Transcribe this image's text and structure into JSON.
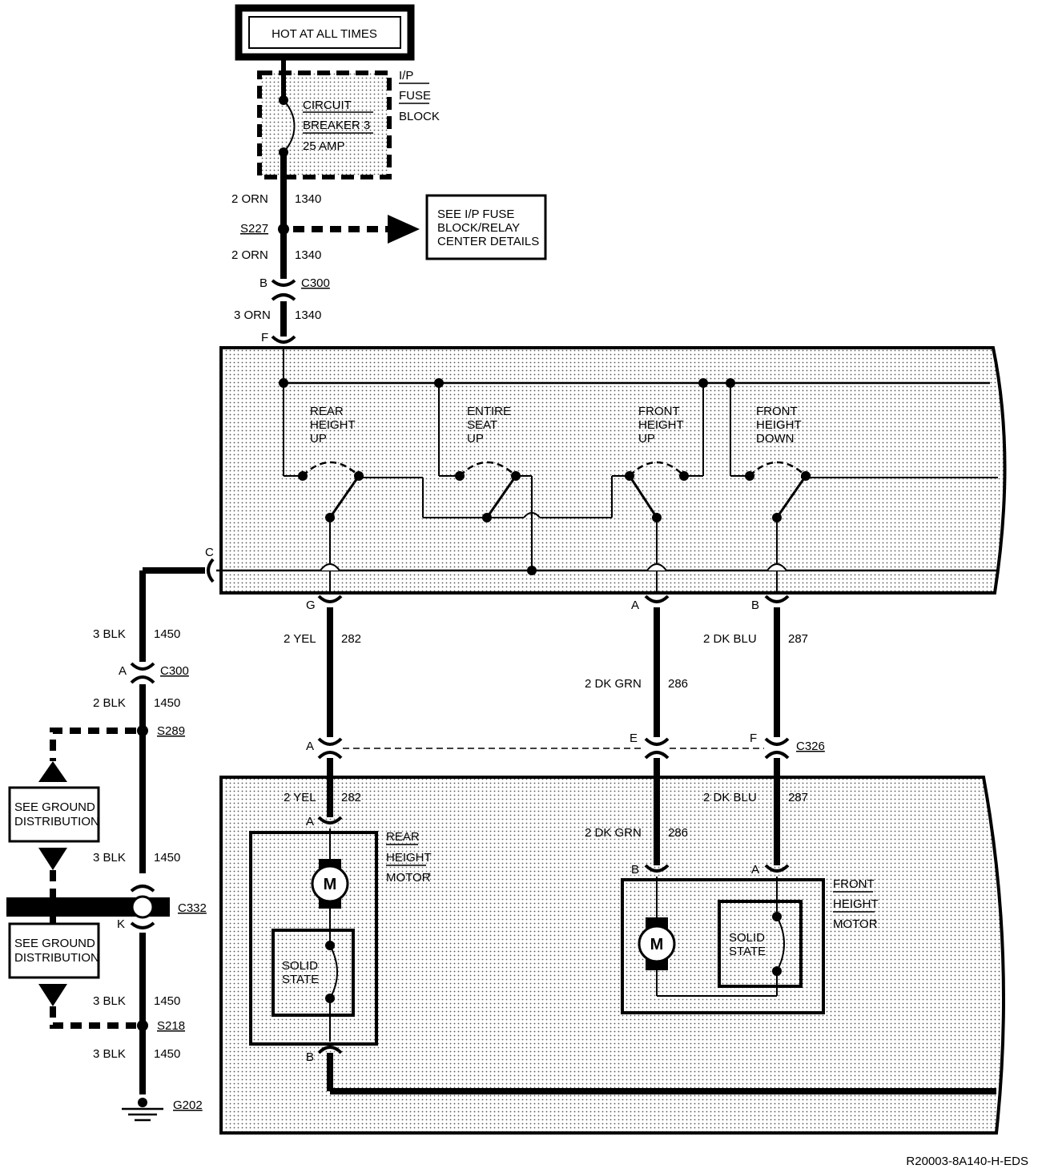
{
  "header": {
    "hot_label": "HOT AT ALL TIMES"
  },
  "fuse_block": {
    "name_lines": [
      "I/P",
      "FUSE",
      "BLOCK"
    ],
    "breaker_lines": [
      "CIRCUIT",
      "BREAKER 3",
      "25 AMP"
    ]
  },
  "wires_top": [
    {
      "gauge": "2 ORN",
      "circuit": "1340"
    },
    {
      "gauge": "2 ORN",
      "circuit": "1340"
    },
    {
      "gauge": "3 ORN",
      "circuit": "1340"
    }
  ],
  "splices": {
    "s227": "S227",
    "s289": "S289",
    "s218": "S218"
  },
  "see_fuse_block": [
    "SEE I/P FUSE",
    "BLOCK/RELAY",
    "CENTER DETAILS"
  ],
  "connectors": {
    "c300": "C300",
    "c326": "C326",
    "c332": "C332",
    "g202": "G202",
    "pins": {
      "b": "B",
      "f": "F",
      "c": "C",
      "g": "G",
      "a": "A",
      "e": "E",
      "k": "K"
    }
  },
  "switches": {
    "rear_height_up": [
      "REAR",
      "HEIGHT",
      "UP"
    ],
    "entire_seat_up": [
      "ENTIRE",
      "SEAT",
      "UP"
    ],
    "front_height_up": [
      "FRONT",
      "HEIGHT",
      "UP"
    ],
    "front_height_down": [
      "FRONT",
      "HEIGHT",
      "DOWN"
    ]
  },
  "wires_mid": {
    "yel": {
      "gauge": "2 YEL",
      "circuit": "282"
    },
    "dkgrn": {
      "gauge": "2 DK GRN",
      "circuit": "286"
    },
    "dkblu": {
      "gauge": "2 DK BLU",
      "circuit": "287"
    }
  },
  "ground_wires": [
    {
      "gauge": "3 BLK",
      "circuit": "1450"
    },
    {
      "gauge": "2 BLK",
      "circuit": "1450"
    },
    {
      "gauge": "3 BLK",
      "circuit": "1450"
    },
    {
      "gauge": "3 BLK",
      "circuit": "1450"
    },
    {
      "gauge": "3 BLK",
      "circuit": "1450"
    }
  ],
  "see_ground": [
    "SEE GROUND",
    "DISTRIBUTION"
  ],
  "motors": {
    "rear_label": [
      "REAR",
      "HEIGHT",
      "MOTOR"
    ],
    "front_label": [
      "FRONT",
      "HEIGHT",
      "MOTOR"
    ],
    "motor_symbol": "M",
    "solid_state": [
      "SOLID",
      "STATE"
    ],
    "footnote_mark": "*"
  },
  "footer": {
    "doc_id": "R20003-8A140-H-EDS"
  }
}
